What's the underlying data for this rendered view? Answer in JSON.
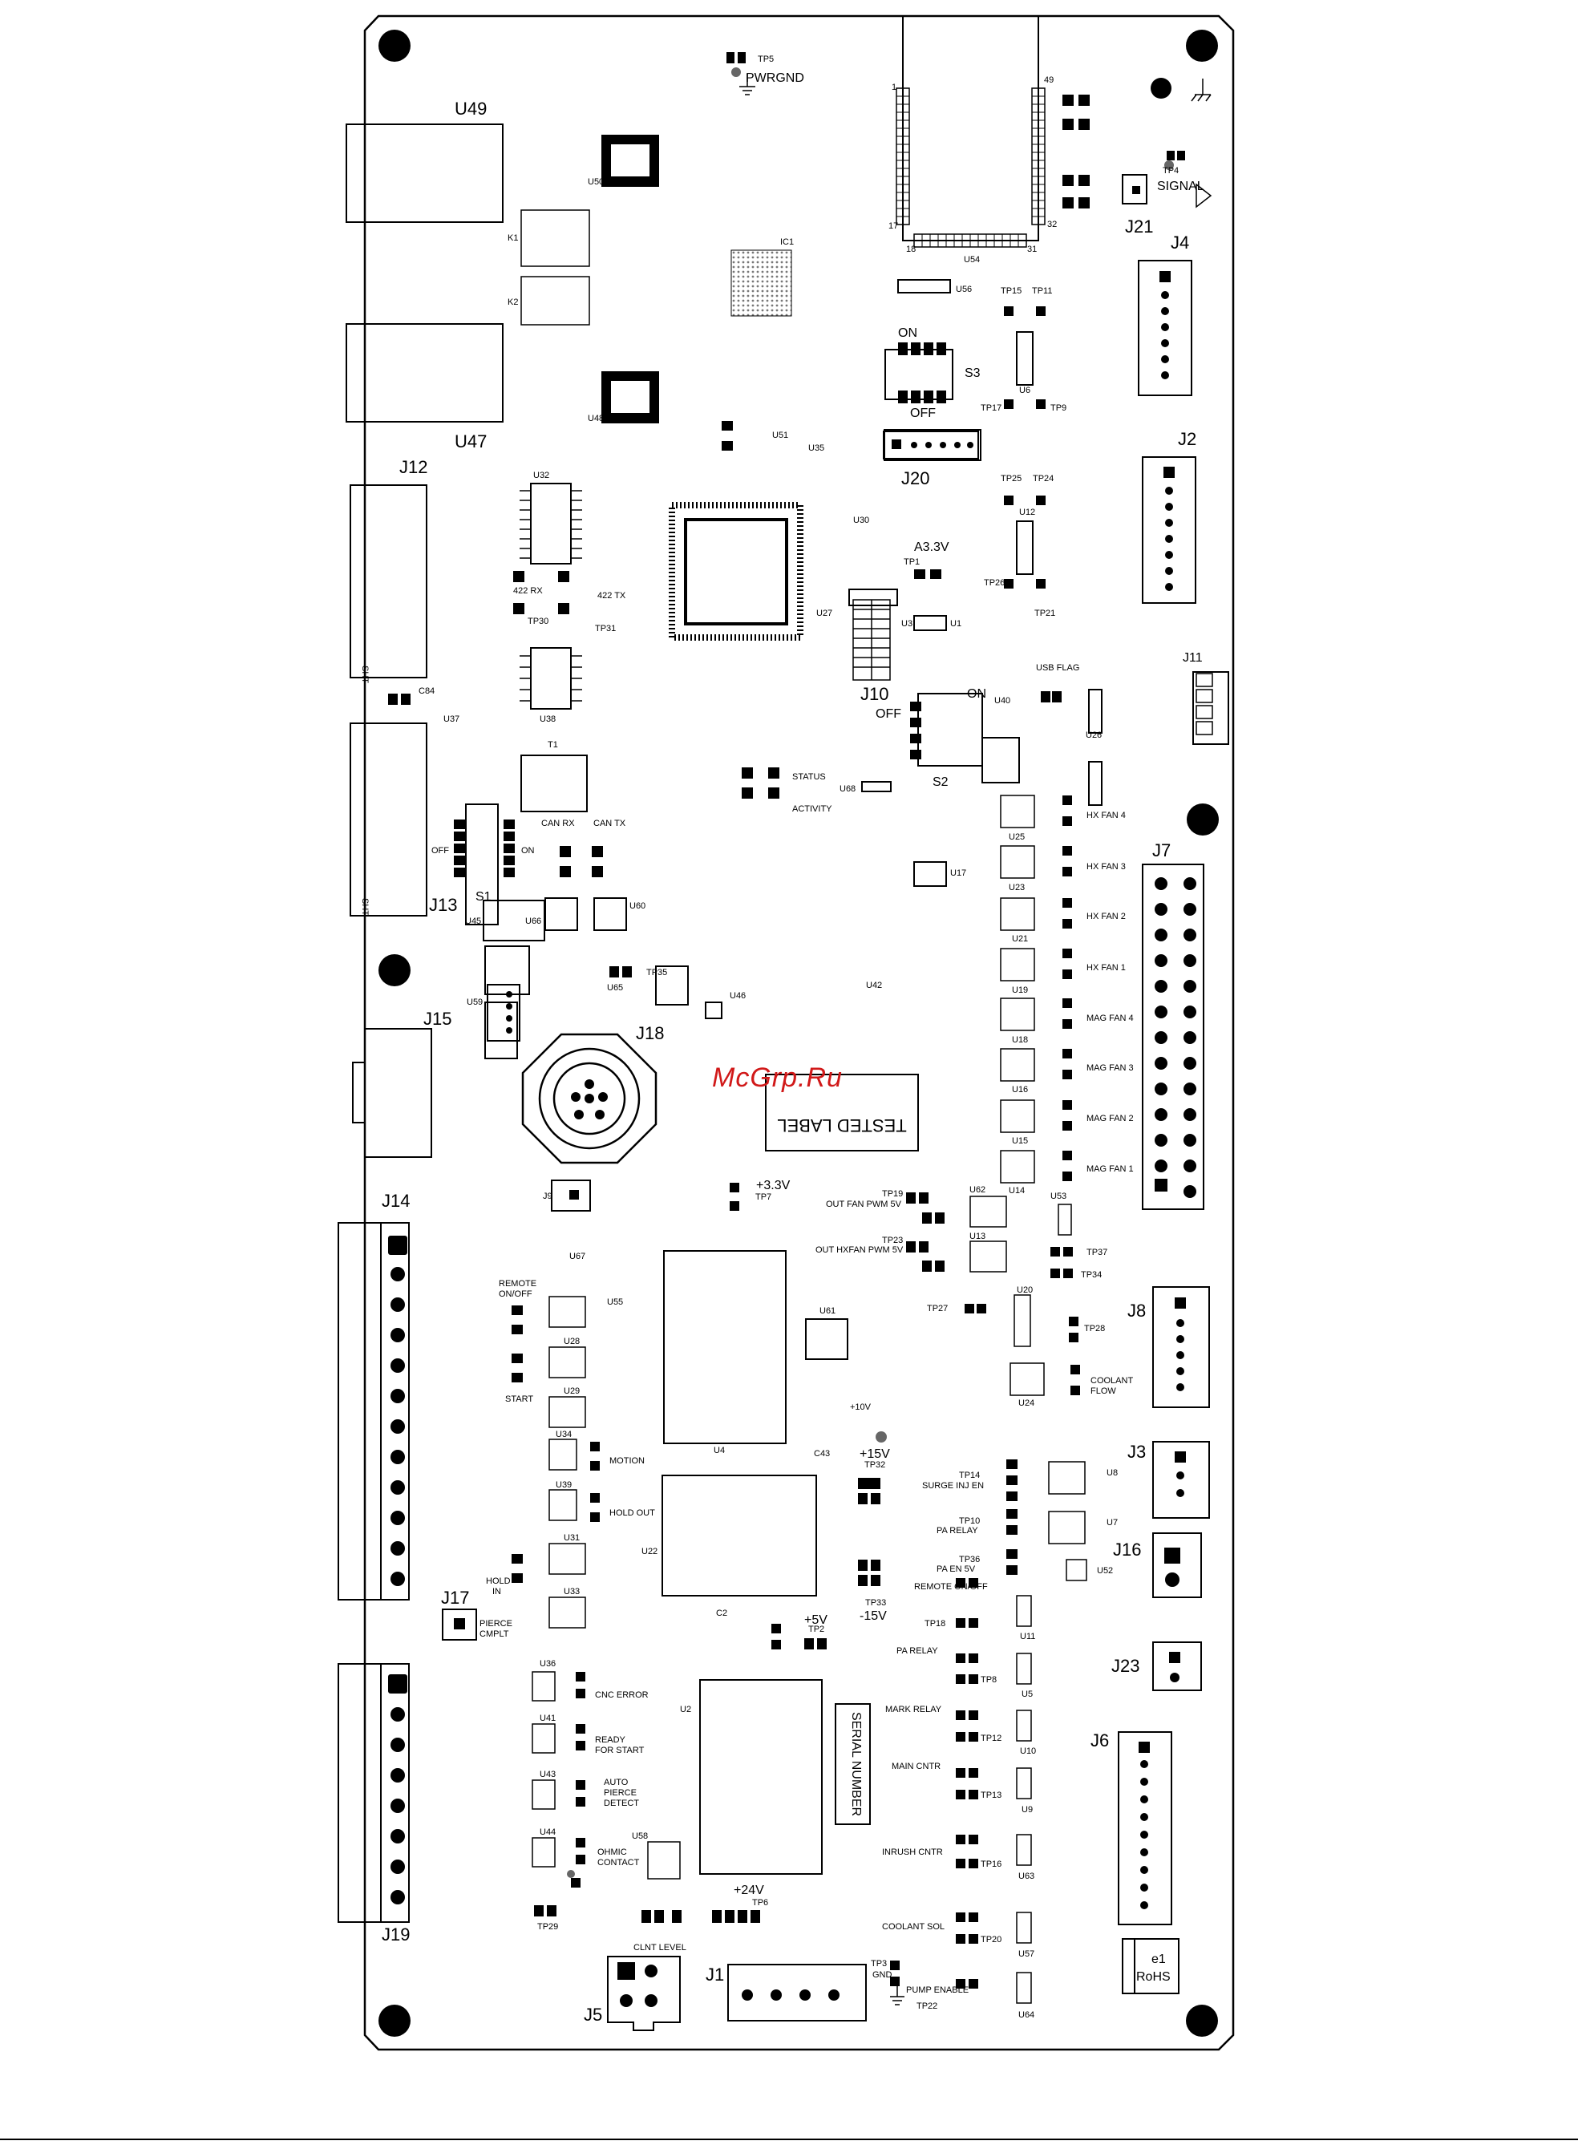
{
  "watermark": "McGrp.Ru",
  "connectors": {
    "u49": "U49",
    "u47": "U47",
    "j12": "J12",
    "j13": "J13",
    "j15": "J15",
    "j14": "J14",
    "j19": "J19",
    "j17": "J17",
    "j18": "J18",
    "j20": "J20",
    "j10": "J10",
    "j21": "J21",
    "j4": "J4",
    "j2": "J2",
    "j11": "J11",
    "j7": "J7",
    "j8": "J8",
    "j3": "J3",
    "j16": "J16",
    "j23": "J23",
    "j6": "J6",
    "j5": "J5",
    "j1": "J1",
    "s1": "S1",
    "s2": "S2",
    "s3": "S3"
  },
  "parts": {
    "u50": "U50",
    "u48": "U48",
    "ic1": "IC1",
    "u54": "U54",
    "u56": "U56",
    "u6": "U6",
    "u12": "U12",
    "u51": "U51",
    "u35": "U35",
    "u32": "U32",
    "u38": "U38",
    "u37": "U37",
    "c84": "C84",
    "t1": "T1",
    "u30": "U30",
    "u27": "U27",
    "u3": "U3",
    "u1": "U1",
    "u40": "U40",
    "u26": "U26",
    "u68": "U68",
    "u17": "U17",
    "u45": "U45",
    "u66": "U66",
    "u60": "U60",
    "u65": "U65",
    "u59": "U59",
    "u46": "U46",
    "u42": "U42",
    "j9": "J9",
    "u67": "U67",
    "u55": "U55",
    "u28": "U28",
    "u29": "U29",
    "u34": "U34",
    "u39": "U39",
    "u31": "U31",
    "u33": "U33",
    "u4": "U4",
    "u61": "U61",
    "c43": "C43",
    "u22": "U22",
    "c2": "C2",
    "u2": "U2",
    "u36": "U36",
    "u41": "U41",
    "u43": "U43",
    "u44": "U44",
    "u58": "U58",
    "u25": "U25",
    "u23": "U23",
    "u21": "U21",
    "u19": "U19",
    "u18": "U18",
    "u16": "U16",
    "u15": "U15",
    "u14": "U14",
    "u62": "U62",
    "u13": "U13",
    "u53": "U53",
    "u20": "U20",
    "u24": "U24",
    "u8": "U8",
    "u7": "U7",
    "u52": "U52",
    "u11": "U11",
    "u5": "U5",
    "u10": "U10",
    "u9": "U9",
    "u63": "U63",
    "u57": "U57",
    "u64": "U64",
    "k1": "K1",
    "k2": "K2"
  },
  "testpoints": {
    "tp5": "TP5",
    "tp4": "TP4",
    "tp15": "TP15",
    "tp11": "TP11",
    "tp17": "TP17",
    "tp9": "TP9",
    "tp25": "TP25",
    "tp24": "TP24",
    "tp26": "TP26",
    "tp21": "TP21",
    "tp1": "TP1",
    "tp30": "TP30",
    "tp31": "TP31",
    "tp35": "TP35",
    "tp7": "TP7",
    "tp19": "TP19",
    "tp23": "TP23",
    "tp37": "TP37",
    "tp34": "TP34",
    "tp27": "TP27",
    "tp28": "TP28",
    "tp32": "TP32",
    "tp14": "TP14",
    "tp10": "TP10",
    "tp36": "TP36",
    "tp33": "TP33",
    "tp18": "TP18",
    "tp2": "TP2",
    "tp8": "TP8",
    "tp12": "TP12",
    "tp13": "TP13",
    "tp16": "TP16",
    "tp20": "TP20",
    "tp29": "TP29",
    "tp6": "TP6",
    "tp3": "TP3",
    "tp22": "TP22"
  },
  "silkscreen": {
    "pwrgnd": "PWRGND",
    "signal": "SIGNAL",
    "on": "ON",
    "off": "OFF",
    "a33v": "A3.3V",
    "rx422": "422 RX",
    "tx422": "422 TX",
    "usb_flag": "USB FLAG",
    "status": "STATUS",
    "activity": "ACTIVITY",
    "can_rx": "CAN RX",
    "can_tx": "CAN TX",
    "hx_fan_4": "HX FAN 4",
    "hx_fan_3": "HX FAN 3",
    "hx_fan_2": "HX FAN 2",
    "hx_fan_1": "HX FAN 1",
    "mag_fan_4": "MAG FAN 4",
    "mag_fan_3": "MAG FAN 3",
    "mag_fan_2": "MAG FAN 2",
    "mag_fan_1": "MAG FAN 1",
    "tested_label": "TESTED LABEL",
    "serial_number": "SERIAL NUMBER",
    "v33": "+3.3V",
    "out_fan_pwm": "OUT FAN PWM 5V",
    "out_hxfan_pwm": "OUT HXFAN PWM 5V",
    "remote_onoff_1": "REMOTE",
    "remote_onoff_2": "ON/OFF",
    "start": "START",
    "motion": "MOTION",
    "hold_out": "HOLD OUT",
    "hold_in_1": "HOLD",
    "hold_in_2": "IN",
    "pierce_1": "PIERCE",
    "pierce_2": "CMPLT",
    "coolant_flow_1": "COOLANT",
    "coolant_flow_2": "FLOW",
    "v10": "+10V",
    "v15": "+15V",
    "vm15": "-15V",
    "v5": "+5V",
    "v24": "+24V",
    "surge_inj_en": "SURGE INJ EN",
    "pa_relay": "PA RELAY",
    "pa_en_5v": "PA EN 5V",
    "remote_onoff": "REMOTE ON/OFF",
    "pa_relay2": "PA RELAY",
    "mark_relay": "MARK RELAY",
    "main_cntr": "MAIN CNTR",
    "inrush_cntr": "INRUSH CNTR",
    "coolant_sol": "COOLANT SOL",
    "pump_enable": "PUMP ENABLE",
    "gnd": "GND",
    "cnc_error": "CNC ERROR",
    "ready_1": "READY",
    "ready_2": "FOR START",
    "auto_1": "AUTO",
    "auto_2": "PIERCE",
    "auto_3": "DETECT",
    "ohmic_1": "OHMIC",
    "ohmic_2": "CONTACT",
    "clnt_level": "CLNT LEVEL",
    "sht": "SHT",
    "e1": "e1",
    "rohs": "RoHS",
    "pin1": "1",
    "pin17": "17",
    "pin18": "18",
    "pin31": "31",
    "pin32": "32",
    "pin49": "49"
  }
}
